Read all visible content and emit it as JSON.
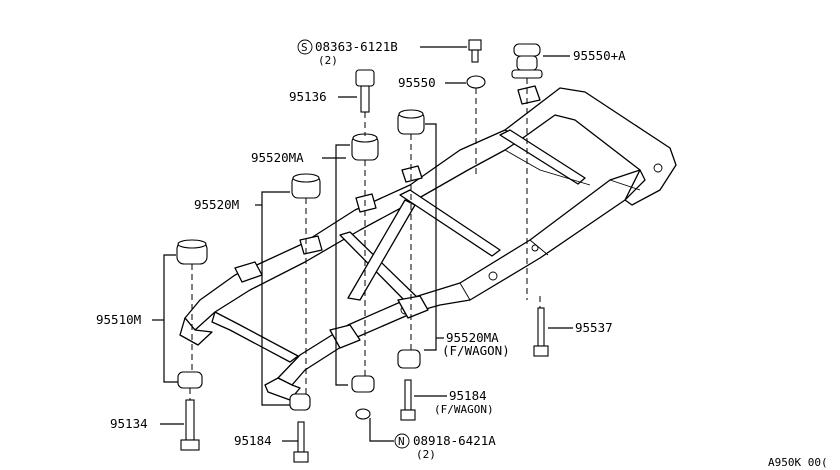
{
  "diagram_id": "A950K 00(",
  "parts": [
    {
      "label": "08363-6121B",
      "sub": "(2)",
      "prefix": "S"
    },
    {
      "label": "95550+A"
    },
    {
      "label": "95550"
    },
    {
      "label": "95136"
    },
    {
      "label": "95520MA"
    },
    {
      "label": "95520M"
    },
    {
      "label": "95510M"
    },
    {
      "label": "95520MA",
      "sub": "(F/WAGON)"
    },
    {
      "label": "95537"
    },
    {
      "label": "95184",
      "sub": "(F/WAGON)"
    },
    {
      "label": "95134"
    },
    {
      "label": "95184"
    },
    {
      "label": "08918-6421A",
      "sub": "(2)",
      "prefix": "N"
    }
  ]
}
